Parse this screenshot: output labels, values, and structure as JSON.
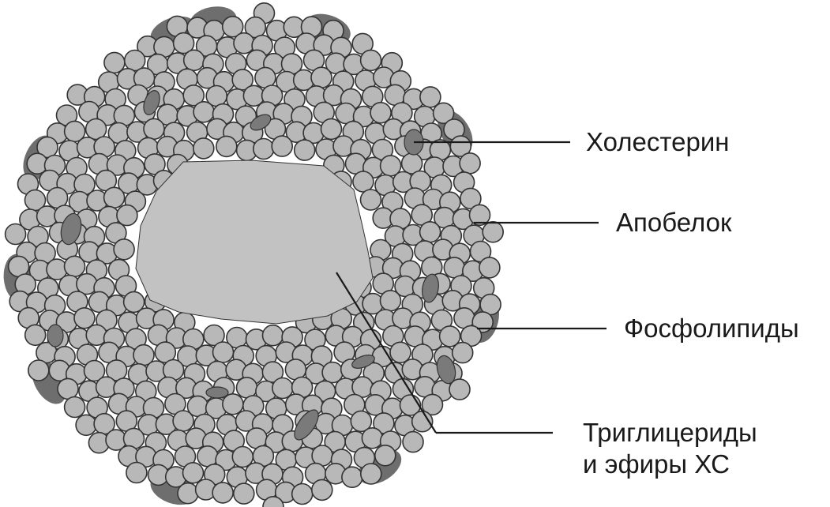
{
  "labels": {
    "cholesterol": "Холестерин",
    "apoprotein": "Апобелок",
    "phospholipids": "Фосфолипиды",
    "triglycerides_line1": "Триглицериды",
    "triglycerides_line2": "и эфиры ХС"
  },
  "colors": {
    "phospholipid_fill": "#b8b8b8",
    "phospholipid_stroke": "#333333",
    "core_fill": "#c2c2c2",
    "apoprotein_fill": "#6e6e6e",
    "cholesterol_fill": "#7a7a7a",
    "leader_line": "#1a1a1a"
  }
}
